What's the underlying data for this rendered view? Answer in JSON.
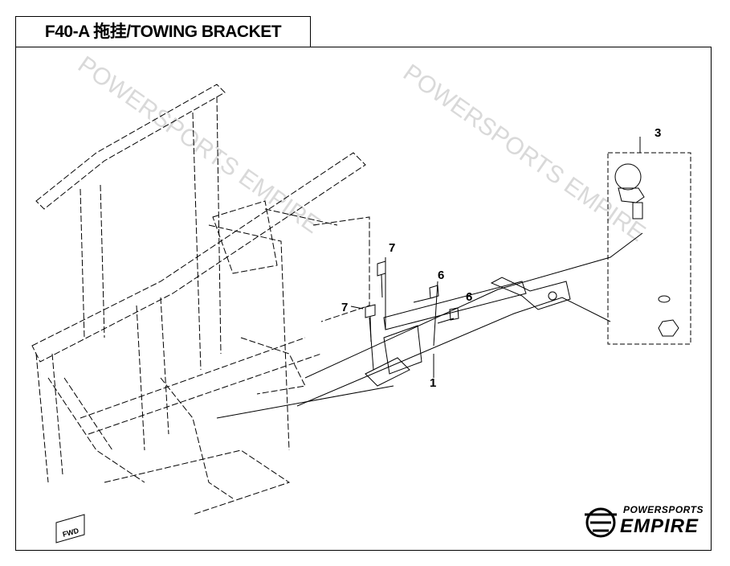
{
  "title": "F40-A 拖挂/TOWING BRACKET",
  "watermark": "POWERSPORTS EMPIRE",
  "callouts": {
    "c1": "1",
    "c3": "3",
    "c6a": "6",
    "c6b": "6",
    "c7a": "7",
    "c7b": "7"
  },
  "fwd_label": "FWD",
  "logo": {
    "top": "POWERSPORTS",
    "bottom": "EMPIRE"
  },
  "colors": {
    "line": "#000000",
    "watermark": "#d9d9d9"
  }
}
